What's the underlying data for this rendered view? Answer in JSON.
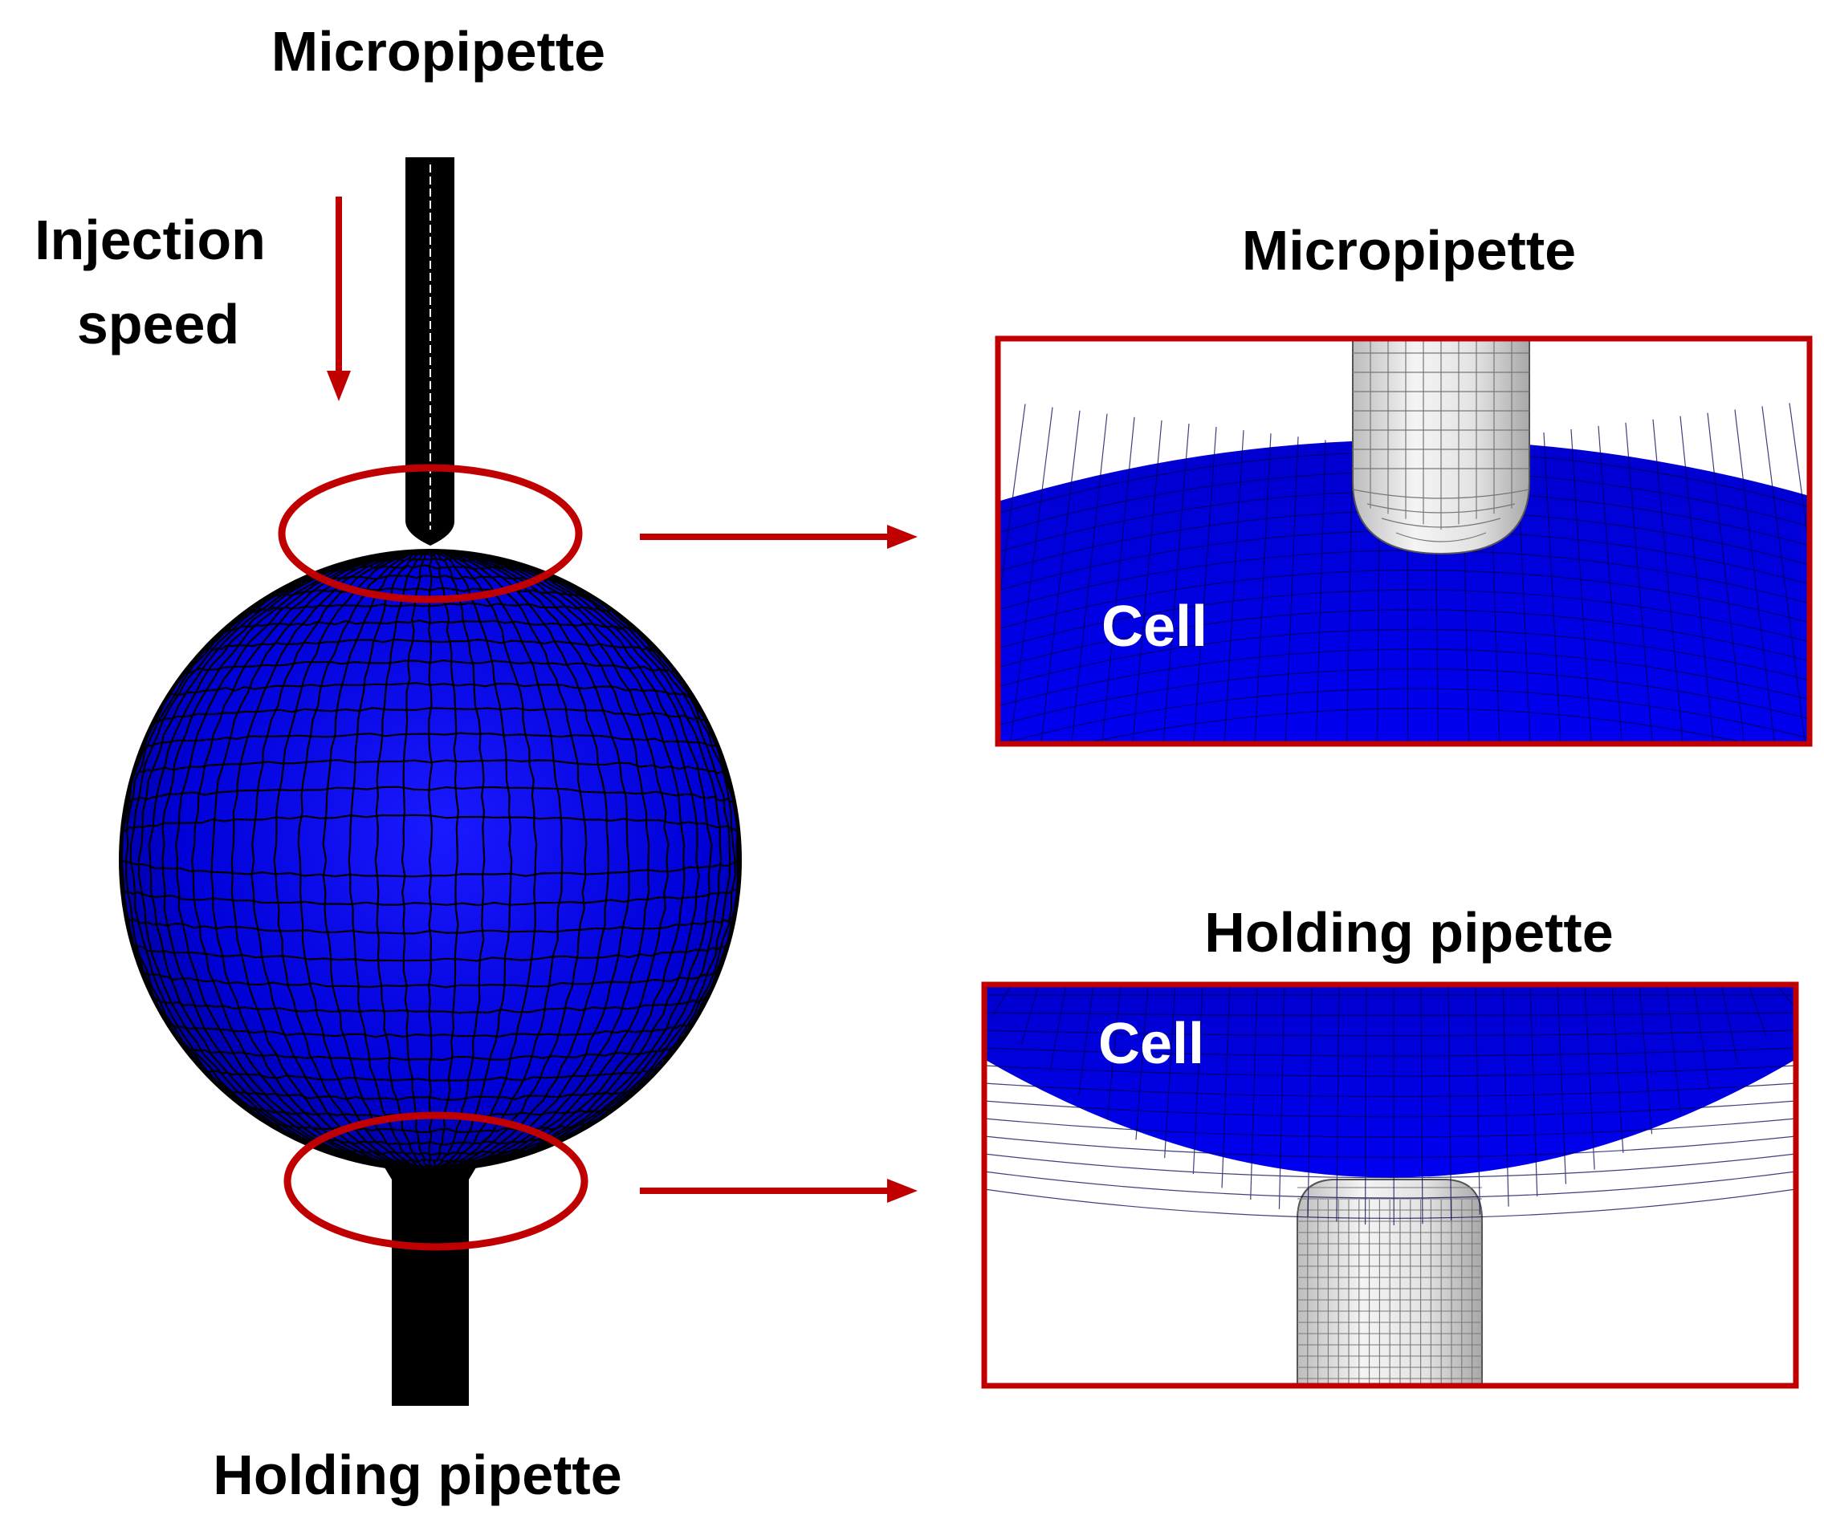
{
  "colors": {
    "cell": "#0000e0",
    "cell_dark": "#00007a",
    "mesh": "#000000",
    "pipette": "#000000",
    "highlight": "#c00000",
    "pipette_zoom": "#e4e4e4",
    "background": "#ffffff"
  },
  "labels": {
    "top": "Micropipette",
    "bottom": "Holding pipette",
    "injection_line1": "Injection",
    "injection_line2": "speed"
  },
  "zoom_top": {
    "title": "Micropipette",
    "cell_label": "Cell"
  },
  "zoom_bottom": {
    "title": "Holding pipette",
    "cell_label": "Cell"
  },
  "icons": {
    "injection_arrow": "arrow-down-icon",
    "connector_top": "arrow-right-icon",
    "connector_bottom": "arrow-right-icon"
  }
}
